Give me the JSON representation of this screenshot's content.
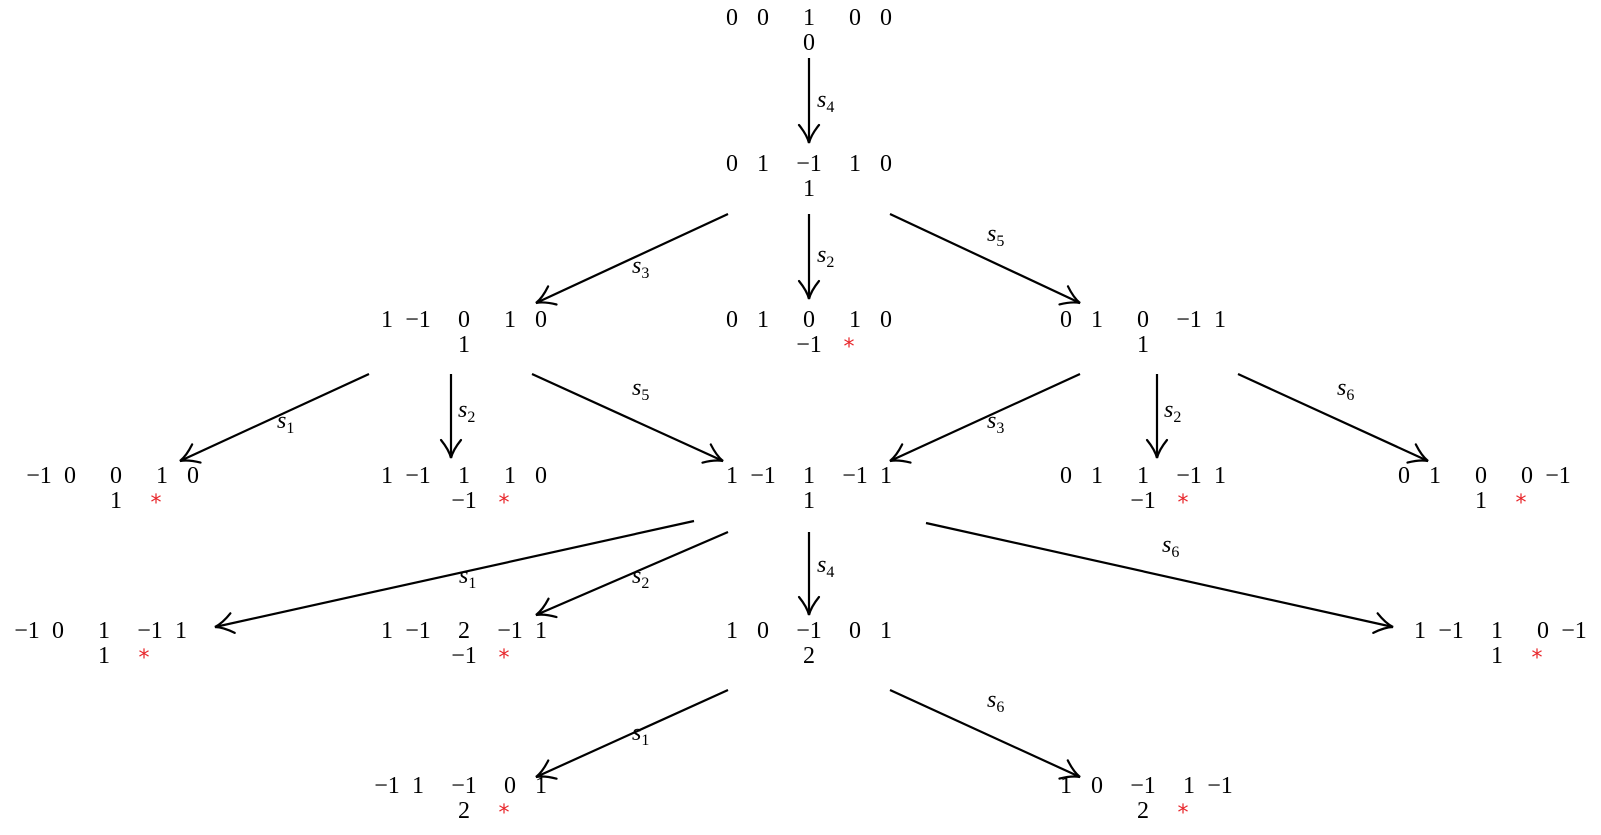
{
  "star_glyph": "*",
  "star_color": "#e8262b",
  "nodes": [
    {
      "top": [
        "0",
        "0",
        "1",
        "0",
        "0"
      ],
      "bottom": "0",
      "star": false
    },
    {
      "top": [
        "0",
        "1",
        "−1",
        "1",
        "0"
      ],
      "bottom": "1",
      "star": false
    },
    {
      "top": [
        "1",
        "−1",
        "0",
        "1",
        "0"
      ],
      "bottom": "1",
      "star": false
    },
    {
      "top": [
        "0",
        "1",
        "0",
        "1",
        "0"
      ],
      "bottom": "−1",
      "star": true
    },
    {
      "top": [
        "0",
        "1",
        "0",
        "−1",
        "1"
      ],
      "bottom": "1",
      "star": false
    },
    {
      "top": [
        "−1",
        "0",
        "0",
        "1",
        "0"
      ],
      "bottom": "1",
      "star": true
    },
    {
      "top": [
        "1",
        "−1",
        "1",
        "1",
        "0"
      ],
      "bottom": "−1",
      "star": true
    },
    {
      "top": [
        "1",
        "−1",
        "1",
        "−1",
        "1"
      ],
      "bottom": "1",
      "star": false
    },
    {
      "top": [
        "0",
        "1",
        "1",
        "−1",
        "1"
      ],
      "bottom": "−1",
      "star": true
    },
    {
      "top": [
        "0",
        "1",
        "0",
        "0",
        "−1"
      ],
      "bottom": "1",
      "star": true
    },
    {
      "top": [
        "−1",
        "0",
        "1",
        "−1",
        "1"
      ],
      "bottom": "1",
      "star": true
    },
    {
      "top": [
        "1",
        "−1",
        "2",
        "−1",
        "1"
      ],
      "bottom": "−1",
      "star": true
    },
    {
      "top": [
        "1",
        "0",
        "−1",
        "0",
        "1"
      ],
      "bottom": "2",
      "star": false
    },
    {
      "top": [
        "1",
        "−1",
        "1",
        "0",
        "−1"
      ],
      "bottom": "1",
      "star": true
    },
    {
      "top": [
        "−1",
        "1",
        "−1",
        "0",
        "1"
      ],
      "bottom": "2",
      "star": true
    },
    {
      "top": [
        "1",
        "0",
        "−1",
        "1",
        "−1"
      ],
      "bottom": "2",
      "star": true
    }
  ],
  "edges": [
    {
      "from": 0,
      "to": 1,
      "label": "s",
      "sub": "4"
    },
    {
      "from": 1,
      "to": 2,
      "label": "s",
      "sub": "3"
    },
    {
      "from": 1,
      "to": 3,
      "label": "s",
      "sub": "2"
    },
    {
      "from": 1,
      "to": 4,
      "label": "s",
      "sub": "5"
    },
    {
      "from": 2,
      "to": 5,
      "label": "s",
      "sub": "1"
    },
    {
      "from": 2,
      "to": 6,
      "label": "s",
      "sub": "2"
    },
    {
      "from": 2,
      "to": 7,
      "label": "s",
      "sub": "5"
    },
    {
      "from": 4,
      "to": 7,
      "label": "s",
      "sub": "3"
    },
    {
      "from": 4,
      "to": 8,
      "label": "s",
      "sub": "2"
    },
    {
      "from": 4,
      "to": 9,
      "label": "s",
      "sub": "6"
    },
    {
      "from": 7,
      "to": 10,
      "label": "s",
      "sub": "1"
    },
    {
      "from": 7,
      "to": 11,
      "label": "s",
      "sub": "2"
    },
    {
      "from": 7,
      "to": 12,
      "label": "s",
      "sub": "4"
    },
    {
      "from": 7,
      "to": 13,
      "label": "s",
      "sub": "6"
    },
    {
      "from": 12,
      "to": 14,
      "label": "s",
      "sub": "1"
    },
    {
      "from": 12,
      "to": 15,
      "label": "s",
      "sub": "6"
    }
  ]
}
